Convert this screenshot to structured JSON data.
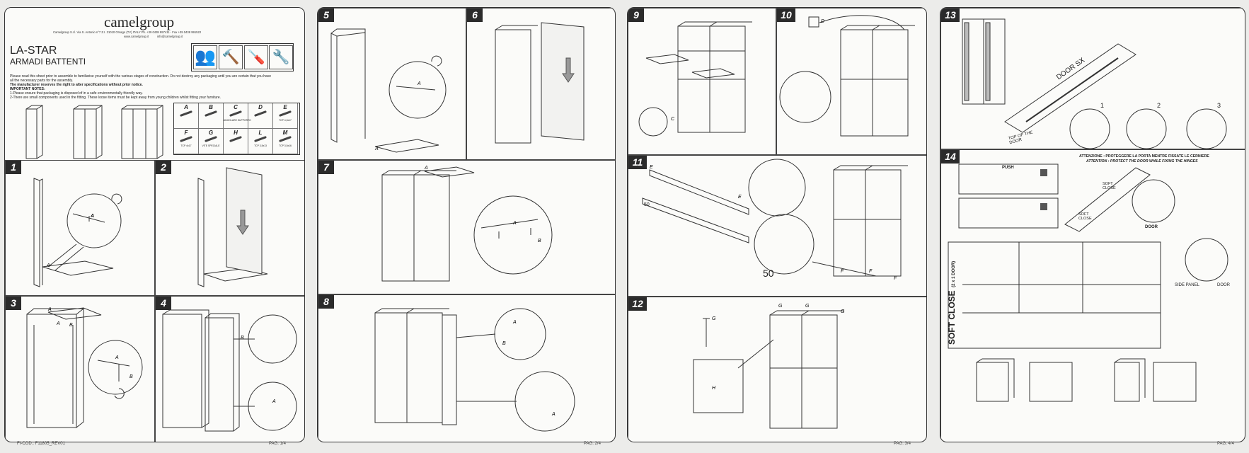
{
  "brand": {
    "name": "camelgroup",
    "address": "Camelgroup S.r.l. Via S. Antonio n°7 Z.I. 31010 Orsago (TV) ITALY Ph. +39 0438 997411 - Fax +39 0438 991522",
    "website": "www.camelgroup.it",
    "email": "info@camelgroup.it"
  },
  "product": {
    "name": "LA-STAR",
    "subtitle": "ARMADI BATTENTI"
  },
  "notes": {
    "line1": "Please read this sheet prior to assemble to familiarise yourself with the various stages of construction. Do not destroy any packaging until you are certain that you have",
    "line2": "all the necessary parts for the assembly.",
    "line3": "The manufacturer reserves the right to alter specifications without prior notice.",
    "line4": "IMPORTANT NOTES:",
    "line5": "1-Please ensure that packaging is disposed of in a safe environmentally friendly way.",
    "line6": "2-There are small components used in the fitting. These loose items must be kept away from young children whilst fitting your furniture."
  },
  "parts": [
    {
      "letter": "A",
      "desc": ""
    },
    {
      "letter": "B",
      "desc": ""
    },
    {
      "letter": "C",
      "desc": "ANGOLARE SUPPORTO"
    },
    {
      "letter": "D",
      "desc": ""
    },
    {
      "letter": "E",
      "desc": "TCP 4,0x17"
    },
    {
      "letter": "F",
      "desc": "TCP 4x17"
    },
    {
      "letter": "G",
      "desc": "VITE SPECIALE"
    },
    {
      "letter": "H",
      "desc": ""
    },
    {
      "letter": "L",
      "desc": "TCP 3,5x13"
    },
    {
      "letter": "M",
      "desc": "TCP 3,5x16"
    }
  ],
  "steps": [
    "1",
    "2",
    "3",
    "4",
    "5",
    "6",
    "7",
    "8",
    "9",
    "10",
    "11",
    "12",
    "13",
    "14"
  ],
  "step11_size": "50",
  "step11_size_small": "50",
  "step13": {
    "door_label": "DOOR SX",
    "top_label": "TOP OF THE DOOR",
    "views": [
      "1",
      "2",
      "3"
    ]
  },
  "step14": {
    "attention_it": "ATTENZIONE : PROTEGGERE LA PORTA MENTRE FISSATE LE CERNIERE",
    "attention_en": "ATTENTION : PROTECT THE DOOR WHILE FIXING THE HINGES",
    "push": "PUSH",
    "soft_close_1": "SOFT CLOSE",
    "soft_close_2": "SOFT CLOSE",
    "door": "DOOR",
    "side_panel": "SIDE PANEL",
    "door2": "DOOR",
    "soft_close_title": "SOFT CLOSE",
    "soft_close_sub": "(2 x 1 DOOR)"
  },
  "footers": {
    "code": "FI-COD.: F11805_REV01",
    "p1": "PAG. 1/4",
    "p2": "PAG. 2/4",
    "p3": "PAG. 3/4",
    "p4": "PAG. 4/4"
  }
}
